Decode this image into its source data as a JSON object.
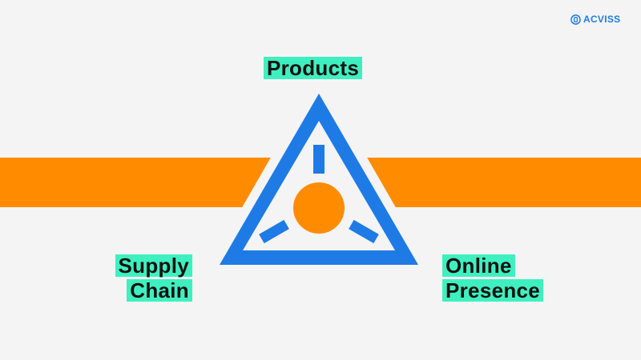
{
  "brand": {
    "name": "ACVISS"
  },
  "labels": {
    "top": "Products",
    "left_line1": "Supply",
    "left_line2": "Chain",
    "right_line1": "Online",
    "right_line2": "Presence"
  },
  "colors": {
    "background": "#f4f4f4",
    "band": "#ff8c00",
    "triangle": "#1e7be6",
    "label_highlight": "#3ef0bf",
    "text": "#111111"
  }
}
